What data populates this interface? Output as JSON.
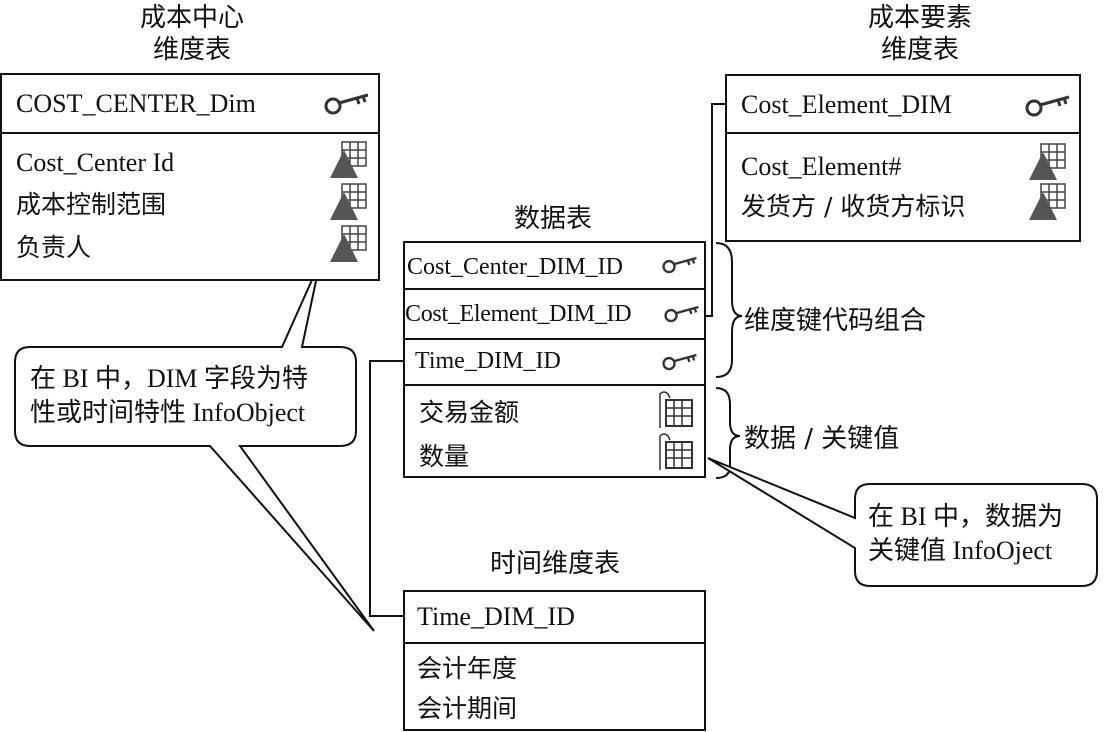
{
  "cost_center": {
    "caption_line1": "成本中心",
    "caption_line2": "维度表",
    "title": "COST_CENTER_Dim",
    "fields": [
      "Cost_Center Id",
      "成本控制范围",
      "负责人"
    ]
  },
  "cost_element": {
    "caption_line1": "成本要素",
    "caption_line2": "维度表",
    "title": "Cost_Element_DIM",
    "fields": [
      "Cost_Element#",
      "发货方 / 收货方标识"
    ]
  },
  "fact": {
    "caption": "数据表",
    "dim_ids": [
      "Cost_Center_DIM_ID",
      "Cost_Element_DIM_ID",
      "Time_DIM_ID"
    ],
    "keyfigures": [
      "交易金额",
      "数量"
    ]
  },
  "time": {
    "caption": "时间维度表",
    "title": "Time_DIM_ID",
    "fields": [
      "会计年度",
      "会计期间"
    ]
  },
  "labels": {
    "dim_key_combo": "维度键代码组合",
    "data_keyvalue": "数据 / 关键值"
  },
  "callouts": {
    "dim_line1": "在 BI 中，DIM 字段为特",
    "dim_line2": "性或时间特性 InfoObject",
    "data_line1": "在 BI 中，数据为",
    "data_line2": "关键值 InfoOject"
  },
  "icons": {
    "key": "key-icon",
    "characteristic": "characteristic-icon",
    "keyfigure": "keyfigure-icon"
  }
}
